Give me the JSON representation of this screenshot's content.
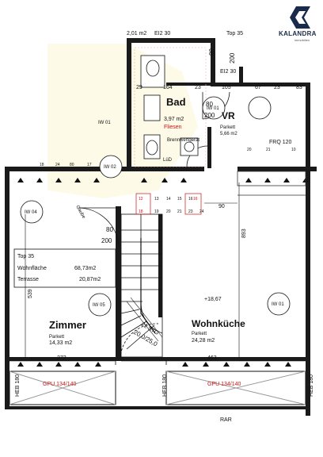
{
  "brand": {
    "name": "KALANDRA",
    "sub": "immobilien",
    "accent": "#1a2a4a"
  },
  "rooms": {
    "bad": {
      "name": "Bad",
      "area": "3,97 m2",
      "floor": "Fliesen"
    },
    "vr": {
      "name": "VR",
      "floor": "Parkett",
      "area": "5,66 m2"
    },
    "zimmer": {
      "name": "Zimmer",
      "floor": "Parkett",
      "area": "14,33 m2"
    },
    "wohnkueche": {
      "name": "Wohnküche",
      "floor": "Parkett",
      "area": "24,28 m2"
    }
  },
  "summary": {
    "title": "Top 35",
    "rows": [
      {
        "label": "Wohnfläche",
        "value": "68,73m2"
      },
      {
        "label": "Terrasse",
        "value": "20,87m2"
      }
    ]
  },
  "labels": {
    "brennwert": "Brennwertgerät",
    "lue": "LüD",
    "gaube": "Gaube",
    "stg": "22 STG",
    "stg_size": "20,0/25,0",
    "elevation": "+18,67",
    "rar": "RAR",
    "frq": "FRQ 120",
    "top": "Top 35",
    "gpu_left": "GPU 134/140",
    "gpu_right": "GPU 134/140",
    "heb_left": "HEB 180",
    "heb_mid": "HEB 180",
    "heb_right": "HEB 180",
    "e230_a": "EI2 30",
    "e230_b": "EI2 30",
    "wall_top": "2,01 m2",
    "iw01_a": "IW 01",
    "iw01_b": "IW 01",
    "iw01_c": "IW 01",
    "iw02": "IW 02",
    "iw04": "IW 04",
    "iw05": "IW 05",
    "door_80a": "80",
    "door_200a": "200",
    "door_80b": "80",
    "door_200b": "200",
    "door_80c": "80",
    "door_200c": "200"
  },
  "dims": {
    "d539": "539",
    "d272": "272",
    "d463": "463",
    "d893": "893",
    "d90": "90",
    "d164": "164",
    "d105": "105",
    "d67": "67",
    "d23a": "23",
    "d83": "83",
    "d29": "29",
    "d23b": "23",
    "d18": "18",
    "d24": "24",
    "d80": "80",
    "d17": "17",
    "d20": "20",
    "d21": "21",
    "d10": "10"
  },
  "sockets": [
    "12",
    "13",
    "14",
    "15",
    "16",
    "16",
    "18",
    "19",
    "20",
    "21",
    "23",
    "24"
  ]
}
